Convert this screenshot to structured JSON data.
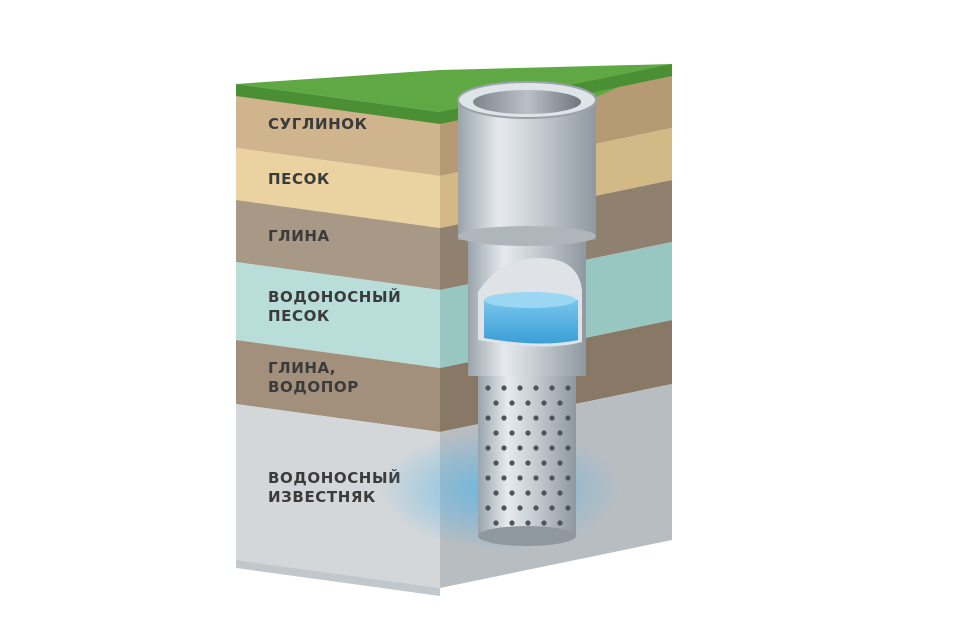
{
  "layers": [
    {
      "id": "loam",
      "lines": [
        "СУГЛИНОК"
      ],
      "color": "#cfb48e",
      "side_color": "#b69a74"
    },
    {
      "id": "sand",
      "lines": [
        "ПЕСОК"
      ],
      "color": "#ead3a0",
      "side_color": "#d2b985"
    },
    {
      "id": "clay",
      "lines": [
        "ГЛИНА"
      ],
      "color": "#a89886",
      "side_color": "#8f806f"
    },
    {
      "id": "aquifer-sand",
      "lines": [
        "ВОДОНОСНЫЙ",
        "ПЕСОК"
      ],
      "color": "#b9ddd9",
      "side_color": "#98c6c1"
    },
    {
      "id": "clay-aquiclude",
      "lines": [
        "ГЛИНА,",
        "ВОДОПОР"
      ],
      "color": "#a28f7c",
      "side_color": "#8a7866"
    },
    {
      "id": "aquifer-limestone",
      "lines": [
        "ВОДОНОСНЫЙ",
        "ИЗВЕСТНЯК"
      ],
      "color": "#d3d7da",
      "side_color": "#b8bdc1"
    }
  ],
  "colors": {
    "grass": "#5fa844",
    "grass_dark": "#4a8f34",
    "pipe": "#c4cbd1",
    "water": "#5cb8e6"
  }
}
